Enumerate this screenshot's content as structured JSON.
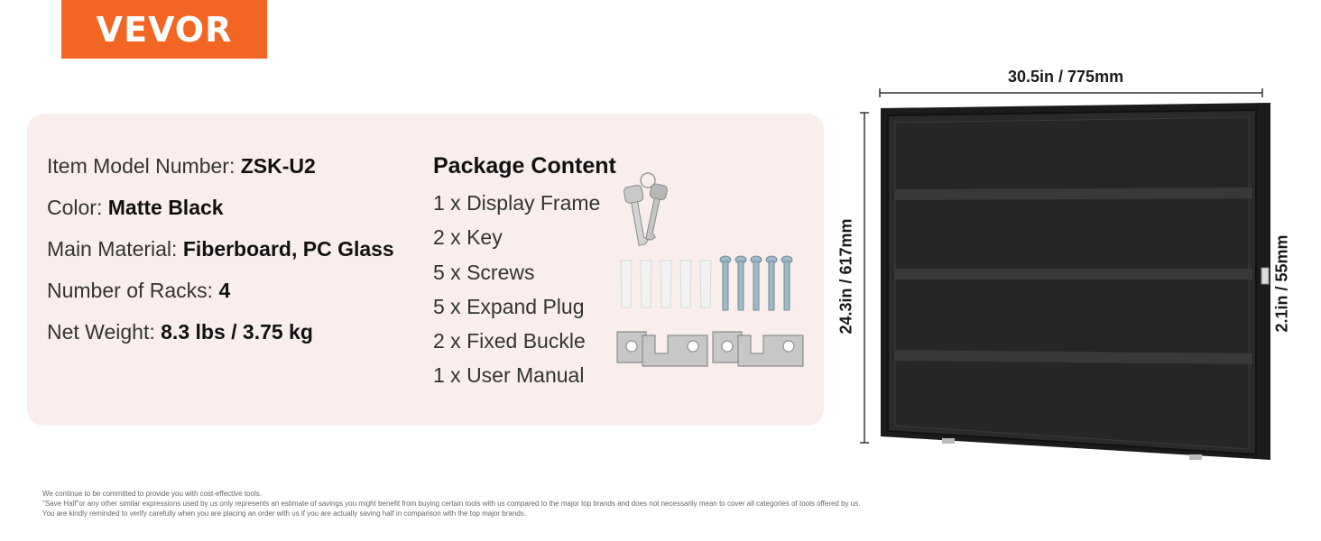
{
  "brand": {
    "logo_text": "VEVOR",
    "color": "#f26522"
  },
  "specs": [
    {
      "label": "Item Model Number: ",
      "value": "ZSK-U2"
    },
    {
      "label": "Color: ",
      "value": "Matte Black"
    },
    {
      "label": "Main Material: ",
      "value": "Fiberboard, PC Glass"
    },
    {
      "label": "Number of Racks: ",
      "value": "4"
    },
    {
      "label": "Net Weight: ",
      "value": "8.3 lbs / 3.75 kg"
    }
  ],
  "package": {
    "title": "Package Content",
    "items": [
      "1 x Display Frame",
      "2 x Key",
      "5 x Screws",
      "5 x Expand Plug",
      "2 x Fixed Buckle",
      "1 x User Manual"
    ]
  },
  "dimensions": {
    "width": "30.5in / 775mm",
    "height": "24.3in / 617mm",
    "depth": "2.1in / 55mm"
  },
  "footnote": [
    "We continue to be committed to provide you with cost-effective tools.",
    "\"Save Half\"or any other similar expressions used by us only represents an estimate of savings you might benefit from buying certain tools with us compared to the major top brands and does not necessarily mean to cover all categories of tools offered by us.",
    "You are kindly reminded to verify carefully when you are placing an order with us if you are actually saving half in comparison with the top major brands."
  ],
  "icons": [
    "key-icon",
    "screw-icon",
    "expand-plug-icon",
    "fixed-buckle-icon"
  ]
}
